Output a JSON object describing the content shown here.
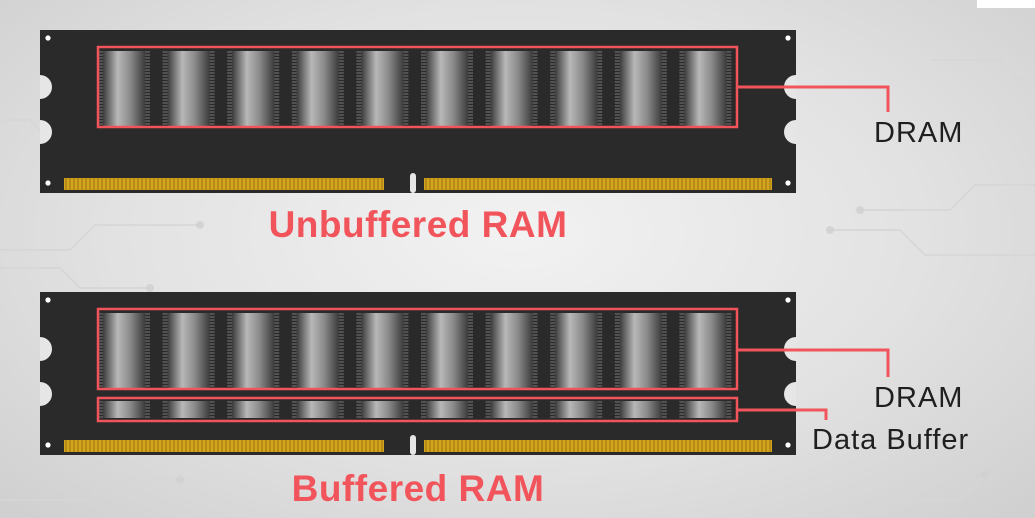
{
  "captions": {
    "unbuffered": "Unbuffered RAM",
    "buffered": "Buffered RAM"
  },
  "labels": {
    "dram_unbuffered": "DRAM",
    "dram_buffered": "DRAM",
    "data_buffer": "Data Buffer"
  },
  "modules": {
    "unbuffered": {
      "dram_chips": 10,
      "buffer_chips": 0
    },
    "buffered": {
      "dram_chips": 10,
      "buffer_chips": 10
    }
  },
  "colors": {
    "accent": "#f2545b",
    "pcb": "#2a2a2a",
    "gold_pins": "#d4a41c",
    "chip_light": "#b8b8b8",
    "chip_dark": "#3c3c3c"
  }
}
